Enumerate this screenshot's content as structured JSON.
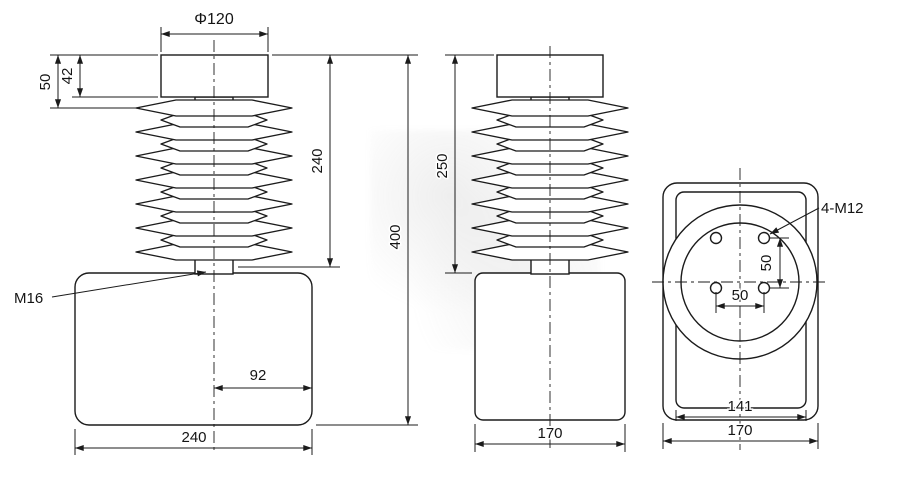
{
  "views": {
    "front": {
      "dims": {
        "top_diameter": "Φ120",
        "cap_total_height": "50",
        "cap_height": "42",
        "bellows_height": "240",
        "total_height": "400",
        "thread_label": "M16",
        "terminal_offset": "92",
        "base_width": "240"
      }
    },
    "side": {
      "dims": {
        "bellows_height": "250",
        "base_width": "170"
      }
    },
    "back": {
      "dims": {
        "bolt_spec": "4-M12",
        "bolt_spacing_vertical": "50",
        "bolt_spacing_horizontal": "50",
        "inner_width": "141",
        "outer_width": "170"
      }
    }
  },
  "colors": {
    "line": "#1b1b1b",
    "background": "#ffffff"
  }
}
